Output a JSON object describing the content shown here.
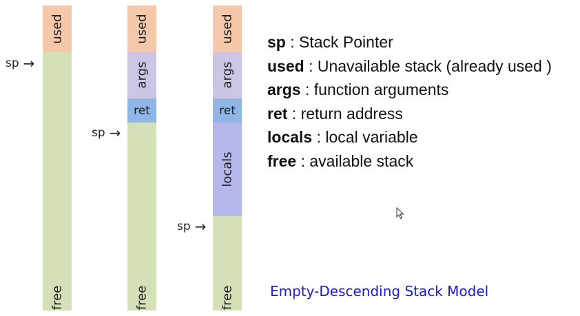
{
  "stacks": [
    {
      "segments": {
        "used": "used",
        "free": "free"
      },
      "pointer": "sp"
    },
    {
      "segments": {
        "used": "used",
        "args": "args",
        "ret": "ret",
        "free": "free"
      },
      "pointer": "sp"
    },
    {
      "segments": {
        "used": "used",
        "args": "args",
        "ret": "ret",
        "locals": "locals",
        "free": "free"
      },
      "pointer": "sp"
    }
  ],
  "legend": [
    {
      "term": "sp",
      "sep": " : ",
      "desc": "Stack Pointer"
    },
    {
      "term": "used",
      "sep": " : ",
      "desc": "Unavailable stack (already used )"
    },
    {
      "term": "args",
      "sep": " : ",
      "desc": "function arguments"
    },
    {
      "term": "ret",
      "sep": " : ",
      "desc": "return address"
    },
    {
      "term": "locals",
      "sep": " : ",
      "desc": "local variable"
    },
    {
      "term": "free",
      "sep": " : ",
      "desc": "available stack"
    }
  ],
  "model_title": "Empty-Descending Stack Model",
  "colors": {
    "used": "#f4c8a8",
    "args": "#cbc5e6",
    "ret": "#8fb6e4",
    "locals": "#b6b8ec",
    "free": "#d3e0b8",
    "title": "#1a1ad6"
  },
  "icons": {
    "arrow": "→",
    "cursor": "mouse-cursor-icon"
  }
}
